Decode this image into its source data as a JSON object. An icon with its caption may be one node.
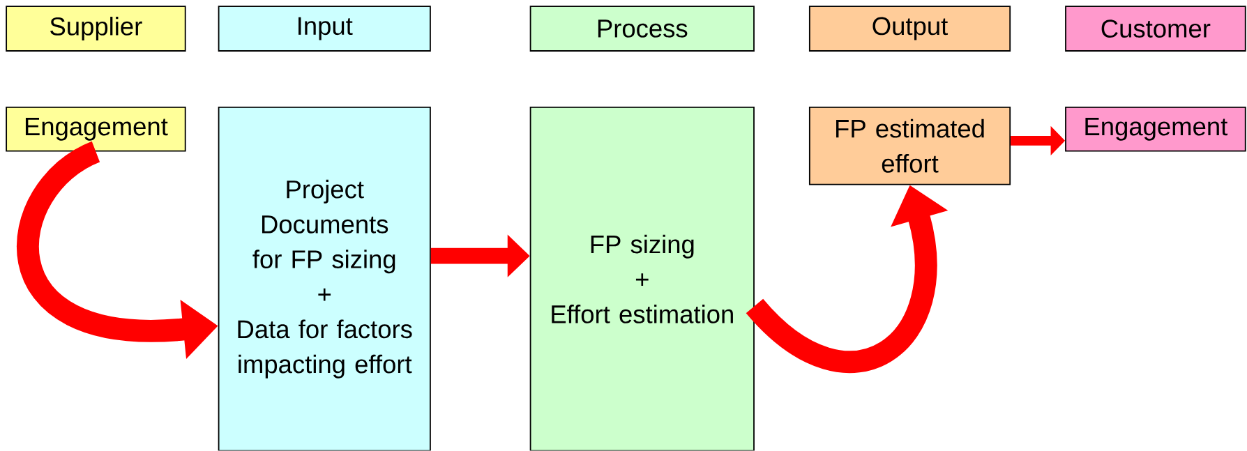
{
  "diagram": {
    "nodes": [
      {
        "text": [
          "Supplier"
        ]
      },
      {
        "text": [
          "Input"
        ]
      },
      {
        "text": [
          "Process"
        ]
      },
      {
        "text": [
          "Output"
        ]
      },
      {
        "text": [
          "Customer"
        ]
      },
      {
        "text": [
          "Engagement"
        ]
      },
      {
        "text": [
          "Project Documents for FP sizing",
          "+",
          "Data for factors impacting effort"
        ]
      },
      {
        "text": [
          "FP sizing",
          "+",
          "Effort estimation"
        ]
      },
      {
        "text": [
          "FP estimated effort"
        ]
      },
      {
        "text": [
          "Engagement"
        ]
      }
    ],
    "edges": [
      {
        "from": 5,
        "to": 6,
        "arrow": "to"
      },
      {
        "from": 6,
        "to": 7,
        "arrow": "to"
      },
      {
        "from": 7,
        "to": 8,
        "arrow": "to"
      },
      {
        "from": 8,
        "to": 9,
        "arrow": "to"
      }
    ]
  }
}
